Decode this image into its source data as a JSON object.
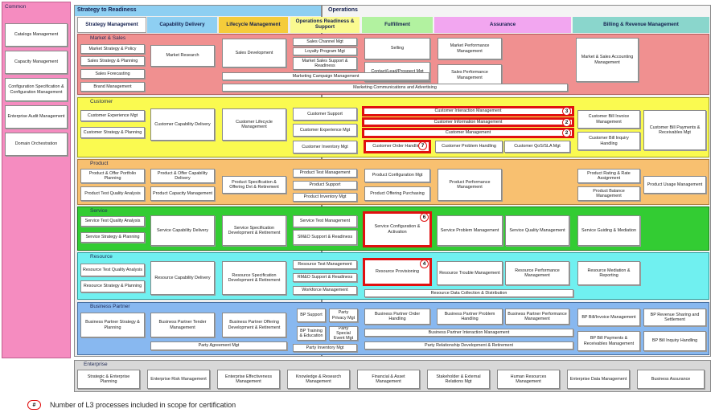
{
  "common": {
    "label": "Common",
    "items": [
      "Catalogs Management",
      "Capacity Management",
      "Configuration Specification & Configuration Management",
      "Enterprise Audit Management",
      "Domain Orchestration"
    ]
  },
  "top_headers": {
    "strategy_to_readiness": "Strategy to Readiness",
    "operations": "Operations"
  },
  "columns": [
    "Strategy Management",
    "Capability Delivery",
    "Lifecycle Management",
    "Operations Readiness & Support",
    "Fulfillment",
    "Assurance",
    "Billing & Revenue Management"
  ],
  "rows": {
    "market_sales": {
      "label": "Market & Sales",
      "strategy": [
        "Market Strategy & Policy",
        "Sales Strategy & Planning",
        "Sales Forecasting",
        "Brand Management"
      ],
      "capability": [
        "Market Research"
      ],
      "lifecycle": [
        "Sales Development"
      ],
      "ops_readiness": [
        "Sales Channel Mgt",
        "Loyalty Program Mgt",
        "Market Sales Support & Readiness"
      ],
      "fulfillment": [
        "Selling",
        "Contact/Lead/Prospect Mgt"
      ],
      "assurance": [
        "Market Performance Management",
        "Sales Performance Management"
      ],
      "billing": [
        "Market & Sales Accounting Management"
      ],
      "wide": [
        "Marketing Campaign Management",
        "Marketing Communications and Advertising"
      ]
    },
    "customer": {
      "label": "Customer",
      "strategy": [
        "Customer Experience Mgt",
        "Customer Strategy & Planning"
      ],
      "capability": [
        "Customer Capability Delivery"
      ],
      "lifecycle": [
        "Customer Lifecycle Management"
      ],
      "ops_readiness": [
        "Customer Support",
        "Customer Experience Mgt",
        "Customer Inventory Mgt"
      ],
      "wide": [
        "Customer Interaction Management",
        "Customer Information Management",
        "Customer Management"
      ],
      "fulfillment": [
        "Customer Order Handling"
      ],
      "assurance": [
        "Customer Problem Handling",
        "Customer QoS/SLA Mgt"
      ],
      "billing": [
        "Customer Bill Invoice Management",
        "Customer Bill Inquiry Handling",
        "Customer Bill Payments & Receivables Mgt"
      ]
    },
    "product": {
      "label": "Product",
      "strategy": [
        "Product & Offer Portfolio Planning",
        "Product Test Quality Analysis"
      ],
      "capability": [
        "Product & Offer Capability Delivery",
        "Product Capacity Management"
      ],
      "lifecycle": [
        "Product Specification & Offering Dvt & Retirement"
      ],
      "ops_readiness": [
        "Product Test Management",
        "Product Support",
        "Product Inventory Mgt"
      ],
      "fulfillment": [
        "Product Configuration Mgt",
        "Product Offering Purchasing"
      ],
      "assurance": [
        "Product Performance Management"
      ],
      "billing": [
        "Product Rating & Rate Assignment",
        "Product Balance Management",
        "Product Usage Management"
      ]
    },
    "service": {
      "label": "Service",
      "strategy": [
        "Service Test Quality Analysis",
        "Service Strategy & Planning"
      ],
      "capability": [
        "Service Capability Delivery"
      ],
      "lifecycle": [
        "Service Specification Development & Retirement"
      ],
      "ops_readiness": [
        "Service Test Management",
        "SM&O Support & Readiness"
      ],
      "fulfillment": [
        "Service Configuration & Activation"
      ],
      "assurance": [
        "Service Problem Management",
        "Service Quality Management"
      ],
      "billing": [
        "Service Guiding & Mediation"
      ]
    },
    "resource": {
      "label": "Resource",
      "strategy": [
        "Resource Test Quality Analysis",
        "Resource Strategy & Planning"
      ],
      "capability": [
        "Resource Capability Delivery"
      ],
      "lifecycle": [
        "Resource Specification Development & Retirement"
      ],
      "ops_readiness": [
        "Resource Test Management",
        "RM&O Support & Readiness",
        "Workforce Management"
      ],
      "fulfillment": [
        "Resource Provisioning"
      ],
      "assurance": [
        "Resource Trouble Management",
        "Resource Performance Management"
      ],
      "billing": [
        "Resource Mediation & Reporting"
      ],
      "wide": [
        "Resource Data Collection & Distribution"
      ]
    },
    "partner": {
      "label": "Business Partner",
      "strategy": [
        "Business Partner Strategy & Planning"
      ],
      "capability": [
        "Business Partner Tender Management"
      ],
      "lifecycle": [
        "Business Partner Offering Development & Retirement"
      ],
      "ops_readiness": [
        "BP Support",
        "Party Privacy Mgt",
        "BP Training & Education",
        "Party Special Event Mgt",
        "Party Inventory Mgt"
      ],
      "fulfillment": [
        "Business Partner Order Handling"
      ],
      "assurance": [
        "Business Partner Problem Handling",
        "Business Partner Performance Management"
      ],
      "billing": [
        "BP Bill/Invoice Management",
        "BP Revenue Sharing and Settlement",
        "BP Bill Payments & Receivables Management",
        "BP Bill Inquiry Handling"
      ],
      "wide": [
        "Party Agreement Mgt",
        "Business Partner Interaction Management",
        "Party Relationship Development & Retirement"
      ]
    }
  },
  "enterprise": {
    "label": "Enterprise",
    "items": [
      "Strategic & Enterprise Planning",
      "Enterprise Risk Management",
      "Enterprise Effectiveness Management",
      "Knowledge & Research Management",
      "Financial & Asset Management",
      "Stakeholder & External Relations Mgt",
      "Human Resources Management",
      "Enterprise Data Management",
      "Business Assurance"
    ]
  },
  "badges": {
    "customer_interaction": "3",
    "customer_information": "2",
    "customer_management": "2",
    "customer_order_handling": "7",
    "service_configuration": "6",
    "resource_provisioning": "4"
  },
  "legend": {
    "symbol": "#",
    "text": "Number of L3 processes included in scope for certification"
  },
  "colors": {
    "common": "#f58cc0",
    "market_sales": "#f09090",
    "customer": "#fafa50",
    "product": "#f8c070",
    "service": "#33cc33",
    "resource": "#70f0f0",
    "partner": "#88b8f0",
    "enterprise": "#d8d8d8",
    "highlight": "#e01010"
  }
}
